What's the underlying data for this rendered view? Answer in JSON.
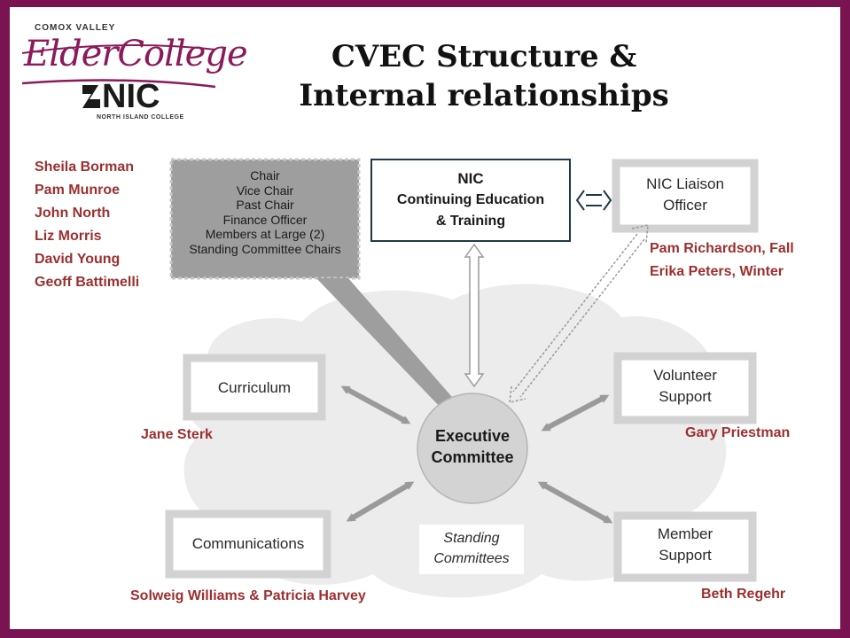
{
  "logo": {
    "line1": "COMOX VALLEY",
    "line2": "ElderCollege",
    "line3": "NIC",
    "line4": "NORTH ISLAND COLLEGE"
  },
  "title": {
    "line1": "CVEC Structure &",
    "line2": "Internal relationships"
  },
  "executive_box": {
    "roles": [
      "Chair",
      "Vice Chair",
      "Past Chair",
      "Finance Officer",
      "Members at Large (2)",
      "Standing Committee Chairs"
    ]
  },
  "executive_members": [
    "Sheila Borman",
    "Pam Munroe",
    "John North",
    "Liz Morris",
    "David Young",
    "Geoff Battimelli"
  ],
  "nic_box": {
    "line1": "NIC",
    "line2": "Continuing Education",
    "line3": "& Training"
  },
  "liaison_box": {
    "line1": "NIC Liaison",
    "line2": "Officer"
  },
  "liaison_people": {
    "line1": "Pam Richardson, Fall",
    "line2": "Erika Peters, Winter"
  },
  "center": {
    "line1": "Executive",
    "line2": "Committee"
  },
  "standing": {
    "line1": "Standing",
    "line2": "Committees"
  },
  "committees": {
    "curriculum": {
      "label": "Curriculum",
      "person": "Jane Sterk"
    },
    "volunteer": {
      "line1": "Volunteer",
      "line2": "Support",
      "person": "Gary Priestman"
    },
    "communications": {
      "label": "Communications",
      "person": "Solweig Williams & Patricia Harvey"
    },
    "member": {
      "line1": "Member",
      "line2": "Support",
      "person": "Beth Regehr"
    }
  },
  "colors": {
    "frame": "#7a1450",
    "names": "#9c2f2f",
    "brand": "#8b1a5a"
  }
}
